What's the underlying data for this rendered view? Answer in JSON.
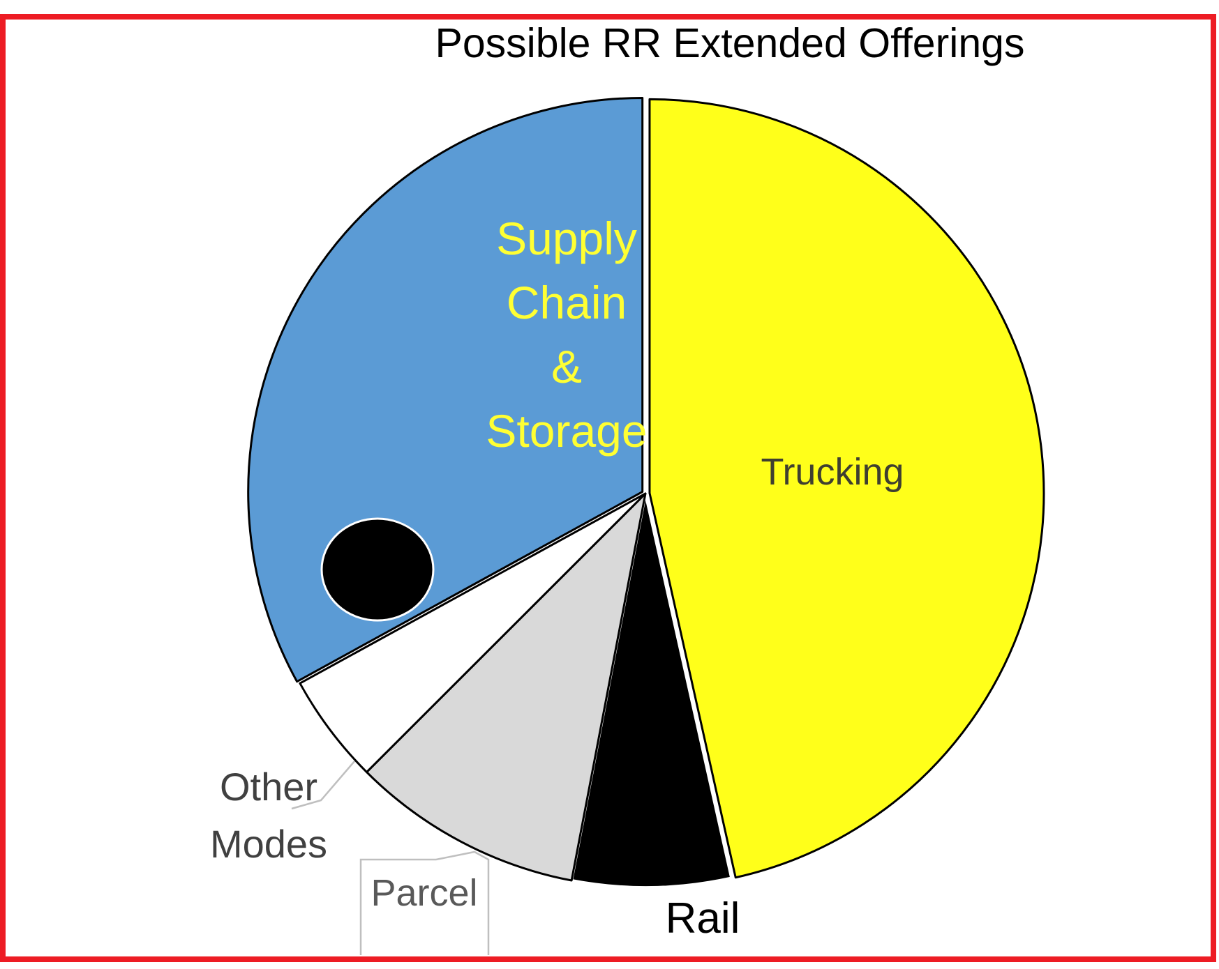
{
  "chart_data": {
    "type": "pie",
    "title": "Possible RR Extended Offerings",
    "start_angle_deg": 0,
    "direction": "clockwise",
    "slice_order": [
      "Trucking",
      "Rail",
      "Parcel",
      "Other Modes",
      "Supply Chain & Storage"
    ],
    "slices": [
      {
        "name": "Trucking",
        "label_lines": [
          "Trucking"
        ],
        "value": 46.5,
        "fill": "#FFFF1A",
        "label_color": "#3F3F30"
      },
      {
        "name": "Rail",
        "label_lines": [
          "Rail"
        ],
        "value": 6.5,
        "fill": "#000000",
        "label_color": "#000000"
      },
      {
        "name": "Parcel",
        "label_lines": [
          "Parcel"
        ],
        "value": 9.5,
        "fill": "#D9D9D9",
        "label_color": "#595959"
      },
      {
        "name": "Other Modes",
        "label_lines": [
          "Other",
          "Modes"
        ],
        "value": 4.5,
        "fill": "#FFFFFF",
        "label_color": "#404040"
      },
      {
        "name": "Supply Chain & Storage",
        "label_lines": [
          "Supply",
          "Chain",
          "&",
          "Storage"
        ],
        "value": 33,
        "fill": "#5B9BD5",
        "label_color": "#FFFF33"
      }
    ],
    "marker_color": "#000000",
    "legend": "none",
    "data_labels": "category names on or beside slices"
  },
  "style": {
    "frame_color": "#ED1C24",
    "slice_border_color": "#000000",
    "background": "#FFFFFF"
  }
}
